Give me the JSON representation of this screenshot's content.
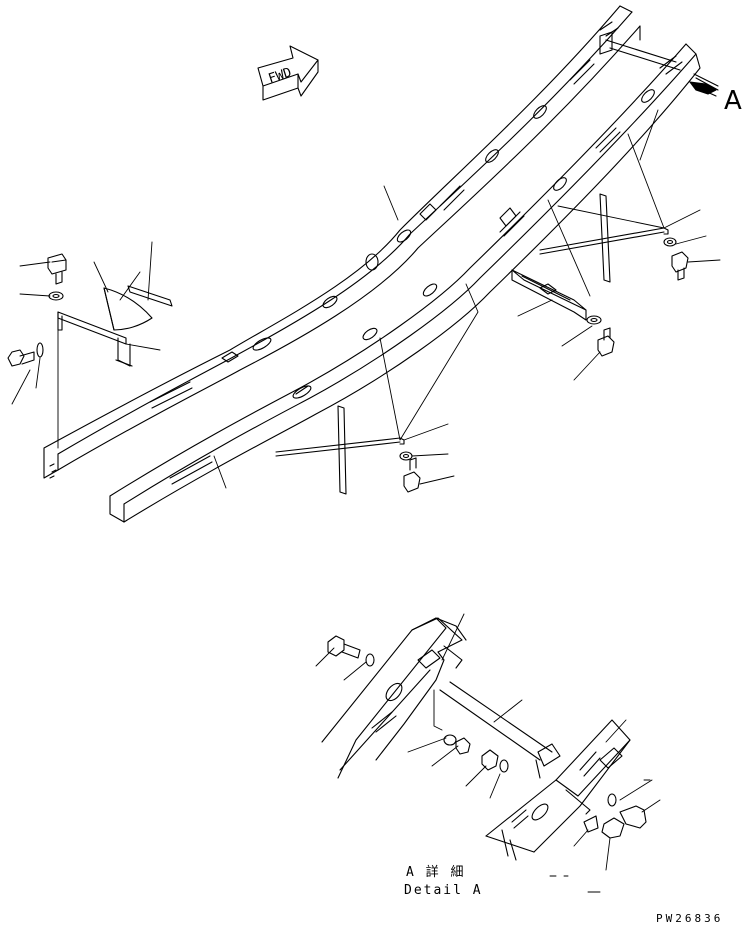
{
  "diagram": {
    "fwd_arrow_text": "FWD",
    "view_letter": "A",
    "detail_title_jp": "A 詳 細",
    "detail_title_en": "Detail A",
    "drawing_code": "PW26836"
  }
}
